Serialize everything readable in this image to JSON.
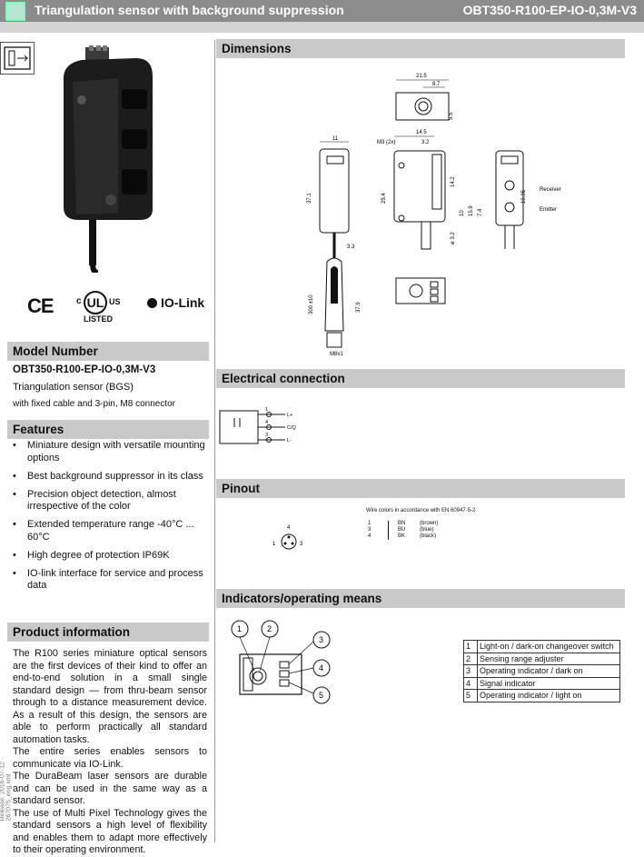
{
  "header": {
    "title": "Triangulation sensor with background suppression",
    "model": "OBT350-R100-EP-IO-0,3M-V3"
  },
  "certs": {
    "ce": "CE",
    "ul_c": "c",
    "ul_us": "US",
    "ul_listed": "LISTED",
    "iolink": "IO-Link"
  },
  "model_number": {
    "heading": "Model Number",
    "code": "OBT350-R100-EP-IO-0,3M-V3",
    "line1": "Triangulation sensor (BGS)",
    "line2": "with fixed cable and 3-pin, M8 connector"
  },
  "features": {
    "heading": "Features",
    "items": [
      "Miniature design with versatile mounting options",
      "Best background suppressor in its class",
      "Precision object detection, almost irrespective of the color",
      "Extended temperature range -40°C ... 60°C",
      "High degree of protection IP69K",
      "IO-link interface for service and process data"
    ]
  },
  "product_info": {
    "heading": "Product information",
    "paragraphs": [
      "The R100 series miniature optical sensors are the first devices of their kind to offer an end-to-end solution in a small single standard design — from thru-beam sensor through to a distance measurement device. As a result of this design, the sensors are able to perform practically all standard automation tasks.",
      "The entire series enables sensors to communicate via IO-Link.",
      "The DuraBeam laser sensors are durable and can be used in the same way as a standard sensor.",
      "The use of Multi Pixel Technology gives the standard sensors a high level of flexibility and enables them to adapt more effectively to their operating environment."
    ],
    "side_code": "Date of issue: 2016-07-12 · Release: 2016-07-12 · 267075_eng.xml"
  },
  "dimensions": {
    "heading": "Dimensions",
    "labels": {
      "d21_5": "21.5",
      "d8_7": "8.7",
      "d5_5": "5.5",
      "d14_5": "14.5",
      "d3_2": "3.2",
      "m3": "M3 (2x)",
      "d11": "11",
      "d37_1": "37.1",
      "d25_4": "25.4",
      "d14_2": "14.2",
      "d10": "10",
      "d15_9": "15.9",
      "d7_4": "7.4",
      "d19_95": "19.95",
      "d3_2b": "ø 3.2",
      "d3_3": "3.3",
      "d300": "300 ±10",
      "d37_9": "37.9",
      "m8": "M8x1",
      "receiver": "Receiver",
      "emitter": "Emitter"
    }
  },
  "electrical": {
    "heading": "Electrical connection",
    "pins": [
      "1",
      "4",
      "3"
    ],
    "signals": [
      "L+",
      "C/Q",
      "L-"
    ]
  },
  "pinout": {
    "heading": "Pinout",
    "pin_labels": [
      "4",
      "1",
      "3"
    ],
    "wire_title": "Wire colors in accordance with EN 60947-5-2",
    "wires": [
      {
        "pin": "1",
        "code": "BN",
        "color": "(brown)"
      },
      {
        "pin": "3",
        "code": "BU",
        "color": "(blue)"
      },
      {
        "pin": "4",
        "code": "BK",
        "color": "(black)"
      }
    ]
  },
  "indicators": {
    "heading": "Indicators/operating means",
    "callouts": [
      "1",
      "2",
      "3",
      "4",
      "5"
    ],
    "rows": [
      {
        "n": "1",
        "d": "Light-on / dark-on changeover switch"
      },
      {
        "n": "2",
        "d": "Sensing range adjuster"
      },
      {
        "n": "3",
        "d": "Operating indicator / dark on"
      },
      {
        "n": "4",
        "d": "Signal indicator"
      },
      {
        "n": "5",
        "d": "Operating indicator / light on"
      }
    ]
  },
  "colors": {
    "header_bg": "#8c8c8c",
    "section_bg": "#c9c9c9",
    "accent": "#b6e5d3"
  }
}
